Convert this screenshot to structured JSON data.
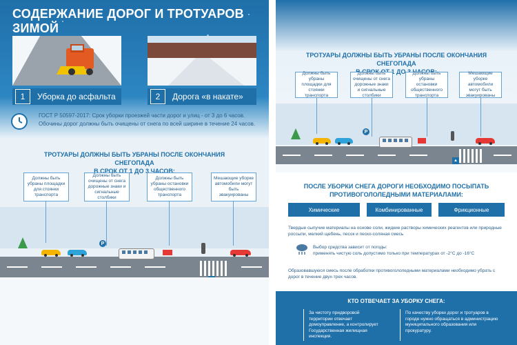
{
  "left": {
    "title": "СОДЕРЖАНИЕ ДОРОГ И ТРОТУАРОВ ЗИМОЙ",
    "photos": [
      {
        "num": "1",
        "caption": "Уборка до асфальта"
      },
      {
        "num": "2",
        "caption": "Дорога «в накате»"
      }
    ],
    "gost_line1": "ГОСТ Р 50597-2017: Срок уборки проезжей части дорог и улиц - от 3 до 6 часов.",
    "gost_line2": "Обочины дорог должны быть очищены от снега по всей ширине в течение 24 часов.",
    "sidewalks_title_1": "ТРОТУАРЫ ДОЛЖНЫ БЫТЬ УБРАНЫ ПОСЛЕ ОКОНЧАНИЯ СНЕГОПАДА",
    "sidewalks_title_2": "В СРОК ОТ 1 ДО 3 ЧАСОВ:",
    "cards": [
      "Должны быть убраны площадки для стоянки транспорта",
      "Должны быть очищены от снега дорожные знаки и сигнальные столбики",
      "Должны быть убраны остановки общественного транспорта",
      "Мешающие уборке автомобили могут быть эвакуированы"
    ],
    "parking_letter": "P"
  },
  "right": {
    "sidewalks_title_1": "ТРОТУАРЫ ДОЛЖНЫ БЫТЬ УБРАНЫ ПОСЛЕ ОКОНЧАНИЯ СНЕГОПАДА",
    "sidewalks_title_2": "В СРОК ОТ 1 ДО 3 ЧАСОВ:",
    "cards": [
      "Должны быть убраны площадки для стоянки транспорта",
      "Должны быть очищены от снега дорожные знаки и сигнальные столбики",
      "Должны быть убраны остановки общественного транспорта",
      "Мешающие уборке автомобили могут быть эвакуированы"
    ],
    "parking_letter": "P",
    "materials_title_1": "ПОСЛЕ УБОРКИ СНЕГА ДОРОГИ НЕОБХОДИМО ПОСЫПАТЬ",
    "materials_title_2": "ПРОТИВОГОЛОЛЕДНЫМИ МАТЕРИАЛАМИ:",
    "materials": [
      "Химические",
      "Комбинированные",
      "Фрикционные"
    ],
    "materials_desc": "Твердые сыпучие материалы на основе соли, жидкие растворы химических реагентов или природные россыпи, мелкий щебень, песок и песко-соляная смесь",
    "weather_line1": "Выбор средства зависит от погоды:",
    "weather_line2": "применять чистую соль допустимо только при температурах от -2°С до -16°С",
    "mixture_text": "Образовавшуюся смесь после обработки противогололедными материалами необходимо убрать с дорог в течение двух-трех часов.",
    "who_title": "КТО ОТВЕЧАЕТ ЗА УБОРКУ СНЕГА:",
    "who_left": "За чистоту придворовой территории отвечает домоуправление, а контролирует Государственная жилищная инспекция.",
    "who_right": "По качеству уборки дорог и тротуаров в городе нужно обращаться в администрацию муниципального образования или прокуратуру."
  },
  "colors": {
    "accent": "#1f6fa9",
    "card_border": "#5fa2d3",
    "text": "#2b5f8a"
  }
}
